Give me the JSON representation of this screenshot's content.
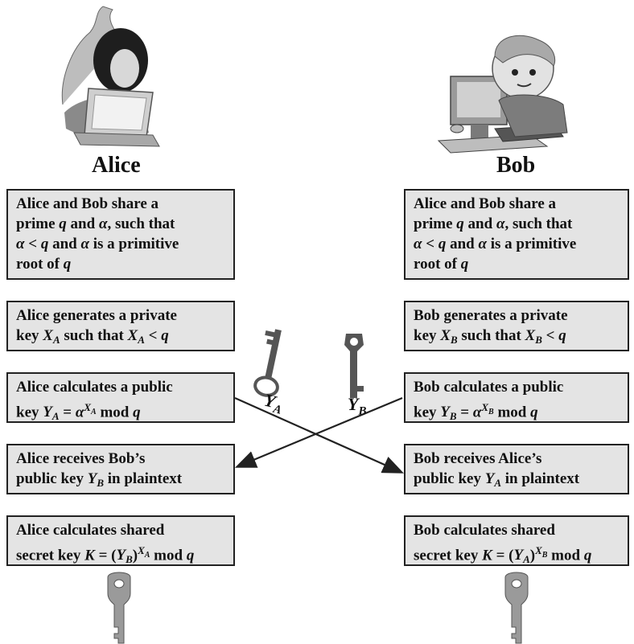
{
  "alice": {
    "name": "Alice",
    "box1": "Alice and Bob share a prime q and α, such that α < q and α is a primitive root of q",
    "box2": "Alice generates a private key X_A such that X_A < q",
    "box3": "Alice calculates a public key Y_A = α^(X_A) mod q",
    "box4": "Alice receives Bob's public key Y_B in plaintext",
    "box5": "Alice calculates shared secret key K = (Y_B)^(X_A) mod q"
  },
  "bob": {
    "name": "Bob",
    "box1": "Alice and Bob share a prime q and α, such that α < q and α is a primitive root of q",
    "box2": "Bob generates a private key X_B such that X_B < q",
    "box3": "Bob calculates a public key Y_B = α^(X_B) mod q",
    "box4": "Bob receives Alice's public key Y_A in plaintext",
    "box5": "Bob calculates shared secret key K = (Y_A)^(X_B) mod q"
  },
  "key_labels": {
    "alice_public": "Y_A",
    "bob_public": "Y_B"
  },
  "icons": [
    "woman-with-laptop-icon",
    "boy-at-computer-icon",
    "public-key-icon",
    "secret-key-icon"
  ]
}
